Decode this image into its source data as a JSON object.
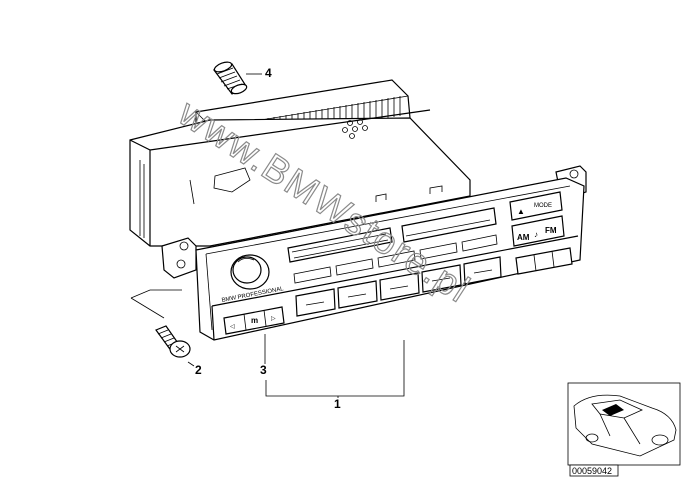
{
  "diagram": {
    "callouts": [
      {
        "id": "1",
        "text": "1"
      },
      {
        "id": "2",
        "text": "2"
      },
      {
        "id": "3",
        "text": "3"
      },
      {
        "id": "4",
        "text": "4"
      }
    ],
    "panel": {
      "brand": "BMW",
      "model": "PROFESSIONAL",
      "mode_label": "MODE",
      "am_label": "AM",
      "fm_label": "FM",
      "m_label": "m",
      "note_glyph": "♪",
      "eject_glyph": "▲"
    },
    "watermark": "www.BMWstore.pl",
    "inset": {
      "code": "00059042"
    }
  }
}
